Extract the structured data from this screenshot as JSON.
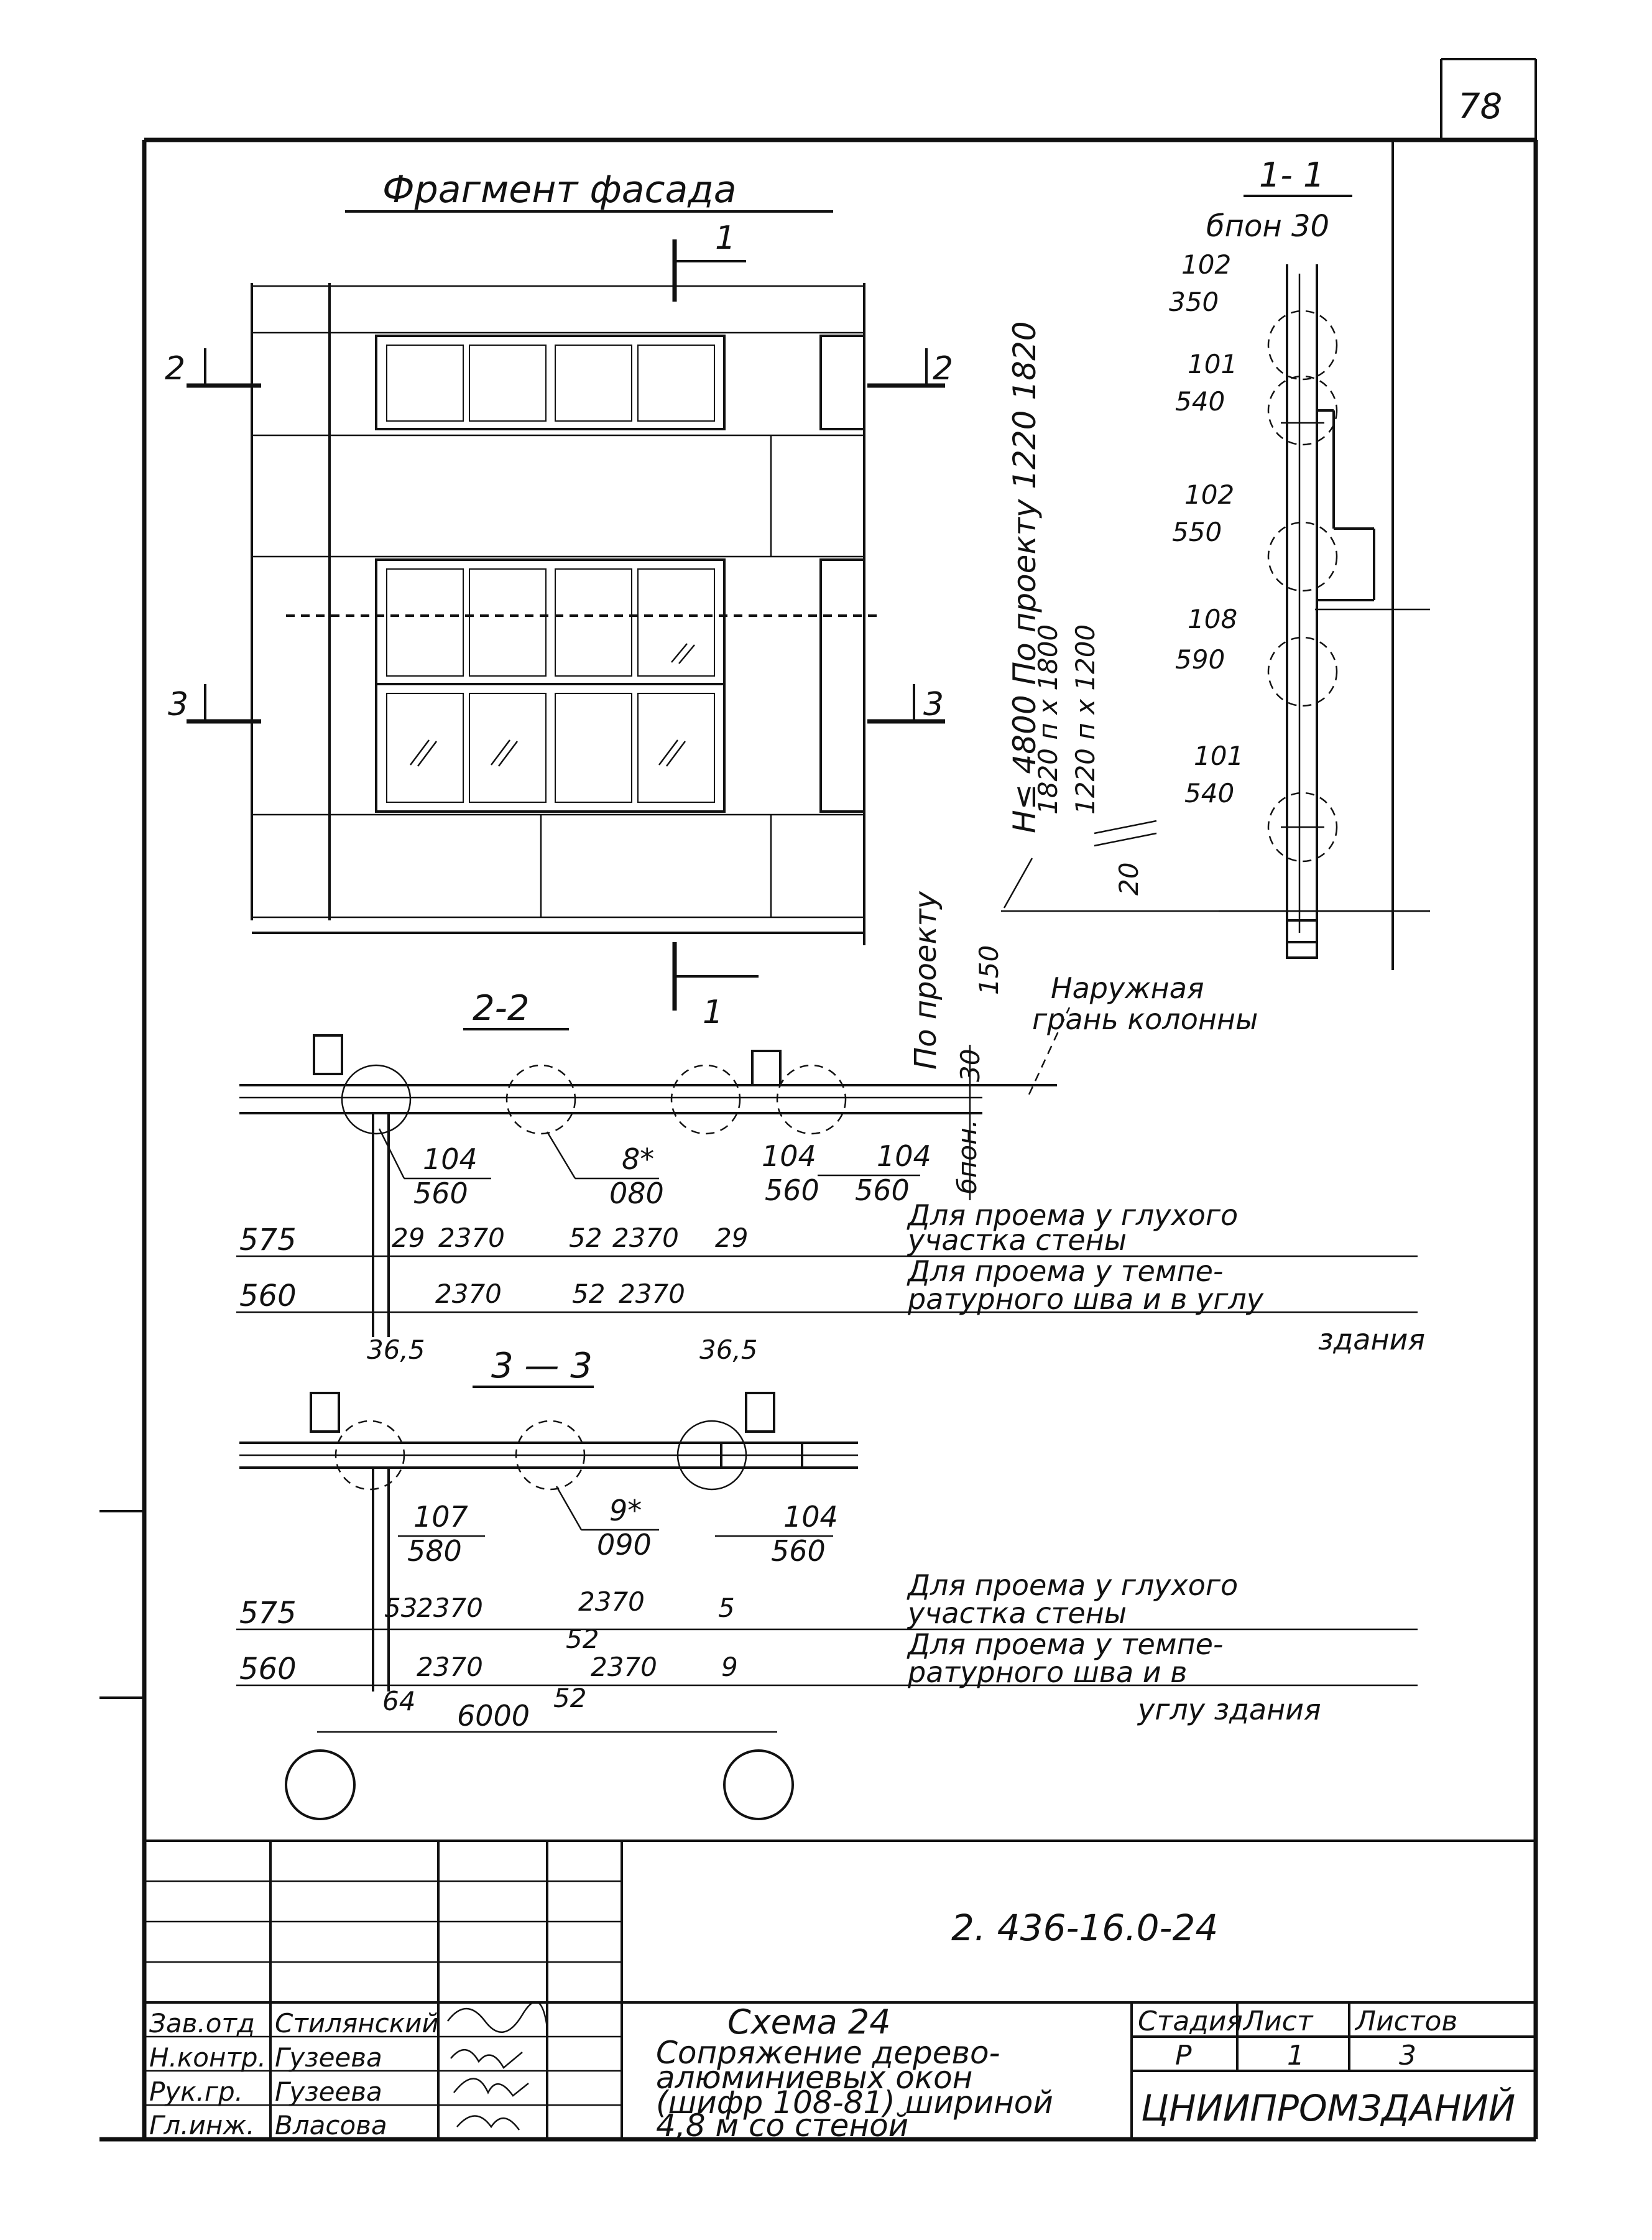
{
  "sheet_number": "78",
  "facade": {
    "title": "Фрагмент фасада",
    "section_marks": [
      {
        "num": "1"
      },
      {
        "num": "1"
      },
      {
        "num": "2"
      },
      {
        "num": "2"
      },
      {
        "num": "3"
      },
      {
        "num": "3"
      }
    ],
    "dims_vertical": {
      "main": "Н≤ 4800  По проекту 1220  1820",
      "sub1": "1820   п х 1800",
      "sub2": "1220   п х 1200",
      "by_project": "По проекту",
      "d20": "20",
      "d150": "150"
    }
  },
  "section_1_1": {
    "title": "1- 1",
    "concrete": "бпон 30",
    "callouts": [
      {
        "code": "102",
        "num": "350"
      },
      {
        "code": "101",
        "num": "540"
      },
      {
        "code": "102",
        "num": "550"
      },
      {
        "code": "108",
        "num": "590"
      },
      {
        "code": "101",
        "num": "540"
      }
    ],
    "note_line1": "Наружная",
    "note_line2": "грань колонны"
  },
  "section_2_2": {
    "title": "2-2",
    "callouts": [
      {
        "code": "104",
        "num": "560"
      },
      {
        "code": "8*",
        "num": "080"
      },
      {
        "code": "104",
        "num": "560"
      },
      {
        "code": "104",
        "num": "560"
      }
    ],
    "side_dim": "30",
    "side_label": "бпон.",
    "row1": {
      "left": "575",
      "dims": [
        "29",
        "2370",
        "52",
        "2370",
        "29"
      ]
    },
    "row2": {
      "left": "560",
      "dims": [
        "2370",
        "52",
        "2370"
      ]
    },
    "bottom_dims": [
      "36,5",
      "36,5"
    ],
    "note1_line1": "Для проема у глухого",
    "note1_line2": "участка стены",
    "note2_line1": "Для проема у темпе-",
    "note2_line2": "ратурного шва и в углу",
    "note2_line3": "здания"
  },
  "section_3_3": {
    "title": "3 — 3",
    "callouts": [
      {
        "code": "107",
        "num": "580"
      },
      {
        "code": "9*",
        "num": "090"
      },
      {
        "code": "104",
        "num": "560"
      }
    ],
    "row1": {
      "left": "575",
      "dims": [
        "53",
        "2370",
        "2370",
        "52",
        "5"
      ]
    },
    "row2": {
      "left": "560",
      "dims": [
        "2370",
        "2370",
        "9"
      ]
    },
    "bottom_dims": [
      "64",
      "52",
      "6000"
    ],
    "note1_line1": "Для проема у глухого",
    "note1_line2": "участка стены",
    "note2_line1": "Для проема у темпе-",
    "note2_line2": "ратурного шва и в",
    "note2_line3": "углу здания"
  },
  "title_block": {
    "doc_code": "2. 436-16.0-24",
    "scheme_title": "Схема 24",
    "description_lines": [
      "Сопряжение дерево-",
      "алюминиевых окон",
      "(шифр 108-81) шириной",
      "4,8 м  со стеной"
    ],
    "stage_header": "Стадия",
    "sheet_header": "Лист",
    "sheets_header": "Листов",
    "stage_value": "Р",
    "sheet_value": "1",
    "sheets_value": "3",
    "organization": "ЦНИИПРОМЗДАНИЙ",
    "staff": [
      {
        "role": "Зав.отд",
        "name": "Стилянский"
      },
      {
        "role": "Н.контр.",
        "name": "Гузеева"
      },
      {
        "role": "Рук.гр.",
        "name": "Гузеева"
      },
      {
        "role": "Гл.инж.",
        "name": "Власова"
      }
    ]
  }
}
